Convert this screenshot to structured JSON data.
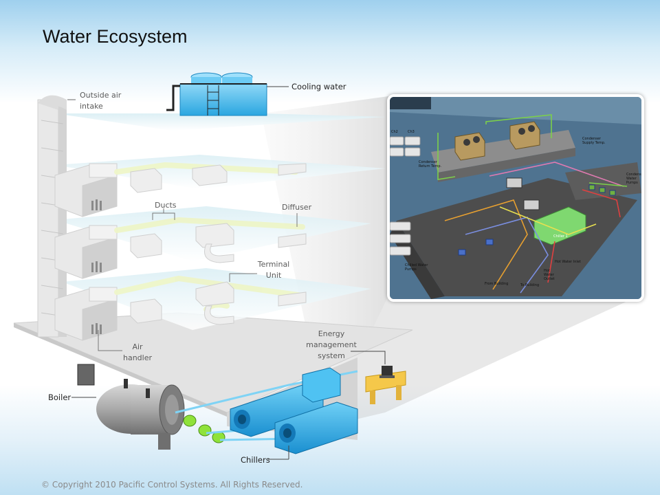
{
  "title": "Water Ecosystem",
  "labels": {
    "cooling_water": "Cooling water",
    "outside_air_intake": "Outside air\nintake",
    "ducts": "Ducts",
    "diffuser": "Diffuser",
    "terminal_unit": "Terminal\nUnit",
    "air_handler": "Air\nhandler",
    "energy_management_system": "Energy\nmanagement\nsystem",
    "boiler": "Boiler",
    "chillers": "Chillers"
  },
  "inset": {
    "tabs": [
      "Ch2",
      "Ch3"
    ],
    "labels": {
      "condenser_supply_temp": "Condenser\nSupply Temp.",
      "condenser_return_temp": "Condenser\nReturn Temp.",
      "condenser_water_pumps": "Condenser\nWater\nPumps",
      "chiller_1": "Chiller 1",
      "hot_water_inlet": "Hot Water Inlet",
      "hot_water_outlet": "Hot\nWater\nOutlet",
      "chilled_water_pumps": "Chilled Water\nPumps",
      "from_building": "From Building",
      "to_building": "To Building"
    }
  },
  "footer": "© Copyright 2010 Pacific Control Systems. All Rights Reserved."
}
